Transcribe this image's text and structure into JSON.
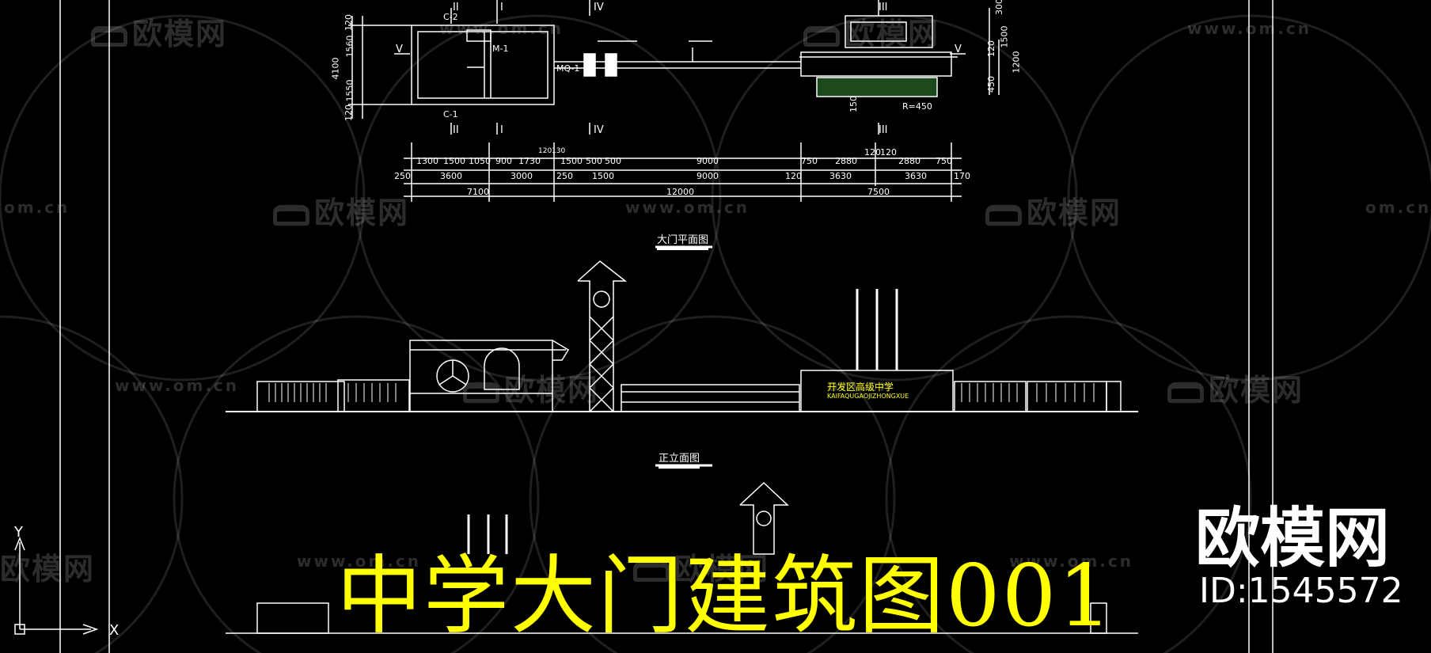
{
  "title": "中学大门建筑图001",
  "brand": {
    "name": "欧模网",
    "id": "ID:1545572"
  },
  "watermark": {
    "cn": "欧模网",
    "url": "www.om.cn",
    "url_partial": "om.cn"
  },
  "drawing": {
    "plan_caption": "大门平面图",
    "elevation_caption": "正立面图",
    "sign_text_cn": "开发区高级中学",
    "sign_text_en": "KAIFAQUGAOJIZHONGXUE",
    "radius_label": "R=450",
    "door_labels": [
      "C-2",
      "C-1",
      "M-1",
      "MQ-1"
    ],
    "section_marks": [
      "II",
      "I",
      "IV",
      "III",
      "V"
    ],
    "dims_row1": [
      "1300",
      "1500",
      "1050",
      "900",
      "1730",
      "120",
      "130",
      "1500",
      "500",
      "500",
      "9000",
      "750",
      "2880",
      "120",
      "120",
      "2880",
      "750"
    ],
    "dims_row2": [
      "250",
      "3600",
      "3000",
      "250",
      "1500",
      "9000",
      "120",
      "3630",
      "3630",
      "170"
    ],
    "dims_row3": [
      "7100",
      "12000",
      "7500"
    ],
    "left_dims": [
      "120",
      "1560",
      "120",
      "4100",
      "1550",
      "120",
      "120"
    ],
    "right_dims": [
      "300",
      "120",
      "1500",
      "1200",
      "450",
      "150"
    ],
    "axis_x": "X",
    "axis_y": "Y"
  },
  "colors": {
    "background": "#000000",
    "title": "#ffff00",
    "lines": "#ffffff"
  }
}
